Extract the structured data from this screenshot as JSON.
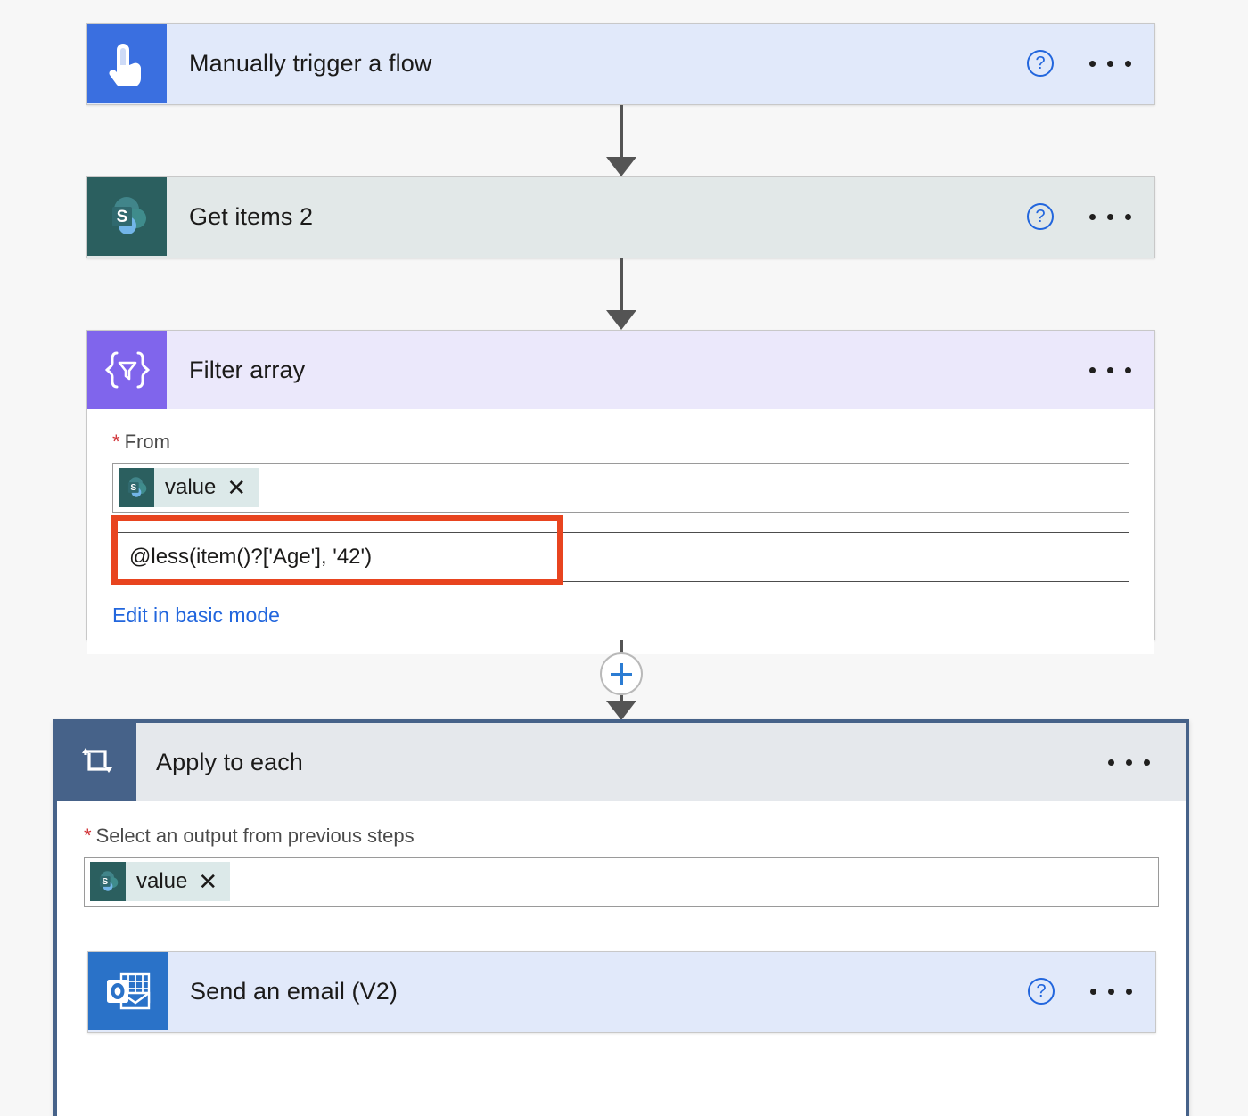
{
  "flow": {
    "steps": [
      {
        "id": "manually-trigger-a-flow",
        "title": "Manually trigger a flow",
        "icon": "trigger-tap-icon",
        "icon_bg": "#3a6fe0",
        "header_bg": "#e1e9fa",
        "has_help": true,
        "has_menu": true
      },
      {
        "id": "get-items-2",
        "title": "Get items 2",
        "icon": "sharepoint-icon",
        "icon_bg": "#2b5f5f",
        "header_bg": "#e2e8e8",
        "has_help": true,
        "has_menu": true
      },
      {
        "id": "filter-array",
        "title": "Filter array",
        "icon": "filter-array-icon",
        "icon_bg": "#8065ec",
        "header_bg": "#ebe8fb",
        "has_help": false,
        "has_menu": true
      }
    ],
    "filter_array": {
      "from_label": "From",
      "required_marker": "*",
      "from_token": {
        "icon": "sharepoint-icon",
        "text": "value",
        "remove_label": "✕"
      },
      "expression_value": "@less(item()?['Age'], '42')",
      "expression_placeholder": "",
      "basic_mode_link": "Edit in basic mode",
      "highlight_color": "#e8441f"
    },
    "apply_to_each": {
      "title": "Apply to each",
      "icon": "loop-icon",
      "icon_bg": "#466289",
      "header_bg": "#e5e8ec",
      "border_color": "#466289",
      "has_menu": true,
      "select_label": "Select an output from previous steps",
      "required_marker": "*",
      "select_token": {
        "icon": "sharepoint-icon",
        "text": "value",
        "remove_label": "✕"
      },
      "inner_step": {
        "id": "send-an-email-v2",
        "title": "Send an email (V2)",
        "icon": "outlook-icon",
        "icon_bg": "#2a72c8",
        "header_bg": "#e1e9fa",
        "has_help": true,
        "has_menu": true
      }
    },
    "connectors": {
      "add_step_label": "+",
      "help_label": "?"
    }
  }
}
